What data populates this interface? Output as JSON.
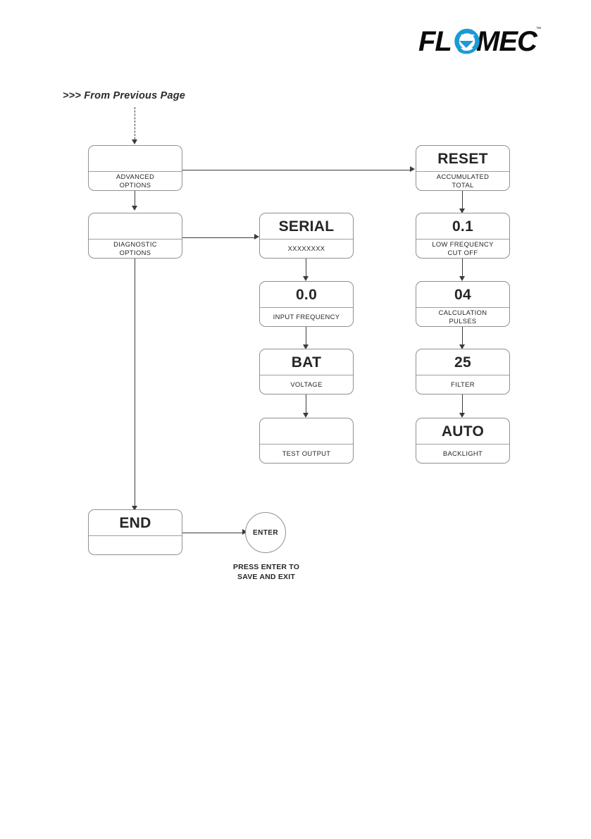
{
  "brand": {
    "logo_text": "FLOMEC",
    "logo_trademark": "™",
    "logo_color_text": "#0b0b0b",
    "logo_color_accent": "#1c9ad6"
  },
  "page": {
    "from_previous_label": ">>> From Previous Page"
  },
  "flow": {
    "nodes": [
      {
        "id": "advanced-options",
        "value": "",
        "caption": "ADVANCED\nOPTIONS"
      },
      {
        "id": "diagnostic-options",
        "value": "",
        "caption": "DIAGNOSTIC\nOPTIONS"
      },
      {
        "id": "serial",
        "value": "SERIAL",
        "caption": "XXXXXXXX"
      },
      {
        "id": "input-frequency",
        "value": "0.0",
        "caption": "INPUT FREQUENCY"
      },
      {
        "id": "bat-voltage",
        "value": "BAT",
        "caption": "VOLTAGE"
      },
      {
        "id": "test-output",
        "value": "",
        "caption": "TEST OUTPUT"
      },
      {
        "id": "reset",
        "value": "RESET",
        "caption": "ACCUMULATED\nTOTAL"
      },
      {
        "id": "low-frequency-cutoff",
        "value": "0.1",
        "caption": "LOW FREQUENCY\nCUT OFF"
      },
      {
        "id": "calculation-pulses",
        "value": "04",
        "caption": "CALCULATION\nPULSES"
      },
      {
        "id": "filter",
        "value": "25",
        "caption": "FILTER"
      },
      {
        "id": "backlight",
        "value": "AUTO",
        "caption": "BACKLIGHT"
      },
      {
        "id": "end",
        "value": "END",
        "caption": ""
      }
    ],
    "enter": {
      "label": "ENTER",
      "note": "PRESS ENTER TO\nSAVE AND EXIT"
    }
  }
}
